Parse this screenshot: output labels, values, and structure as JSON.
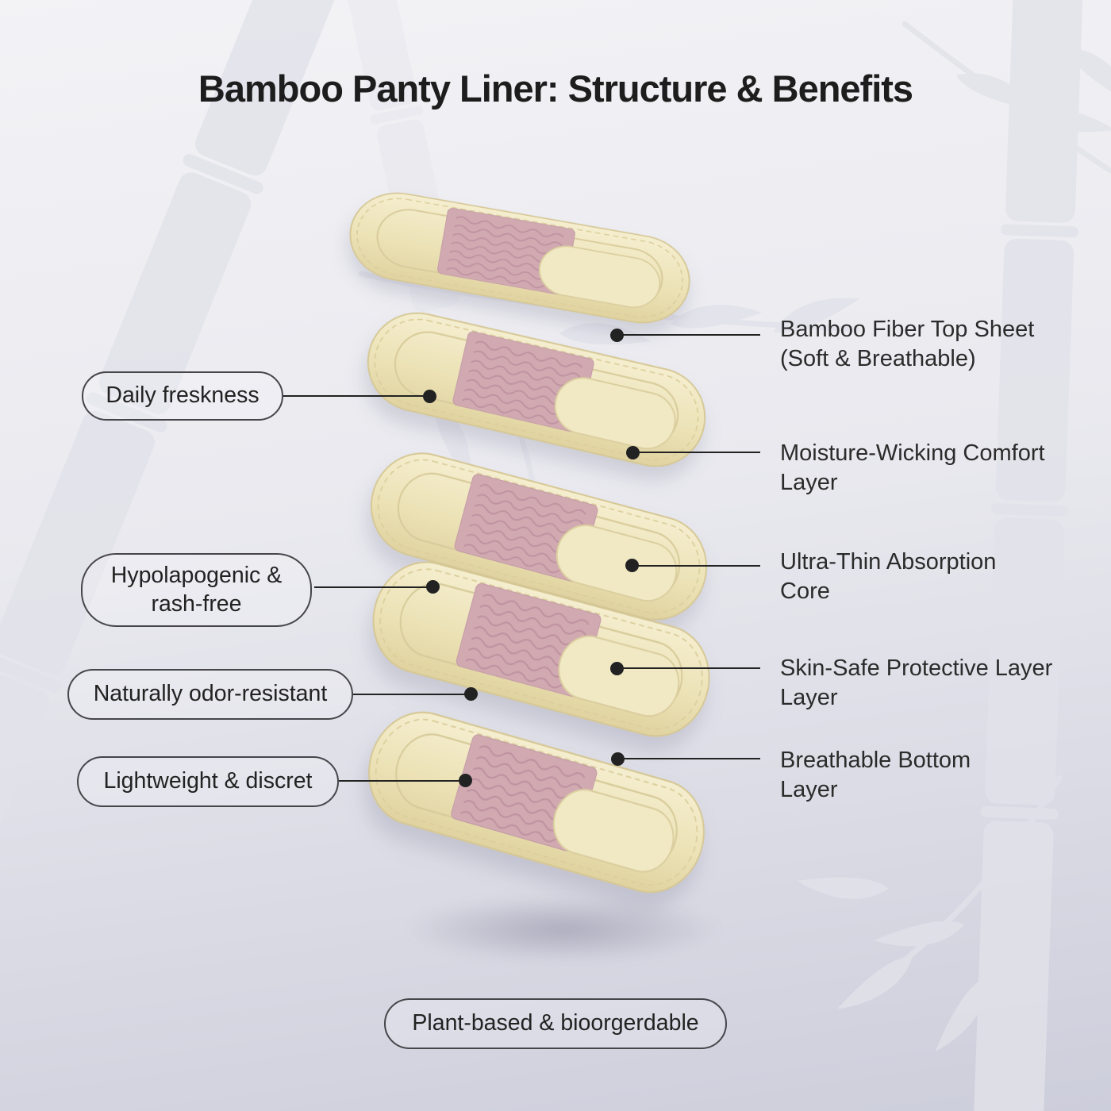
{
  "title": "Bamboo Panty Liner: Structure & Benefits",
  "benefit_pills": [
    {
      "lines": [
        "Daily freskness"
      ]
    },
    {
      "lines": [
        "Hypolapogenic &",
        "rash-free"
      ]
    },
    {
      "lines": [
        "Naturally odor-resistant"
      ]
    },
    {
      "lines": [
        "Lightweight & discret"
      ]
    }
  ],
  "layer_labels": [
    {
      "lines": [
        "Bamboo Fiber Top Sheet",
        "(Soft & Breathable)"
      ]
    },
    {
      "lines": [
        "Moisture-Wicking Comfort",
        "Layer"
      ]
    },
    {
      "lines": [
        "Ultra-Thin Absorption",
        "Core"
      ]
    },
    {
      "lines": [
        "Skin-Safe Protective Layer",
        "Layer"
      ]
    },
    {
      "lines": [
        "Breathable Bottom",
        "Layer"
      ]
    }
  ],
  "footer_pill": "Plant-based & bioorgerdable",
  "layer_count": 5,
  "colors": {
    "bg_top": "#f3f3f6",
    "bg_bottom": "#cdcedb",
    "bamboo_silhouette": "#e2e2ea",
    "pad_cream_light": "#f5eecf",
    "pad_cream": "#ece2b6",
    "pad_cream_dark": "#e0d3a0",
    "pad_edge": "#d6c896",
    "core_pink": "#d1a9b1",
    "core_wave": "#ba8e9d",
    "connector": "#222222",
    "pill_border": "#45454a",
    "text_dark": "#1d1d1d",
    "text_label": "#2b2b2b"
  }
}
